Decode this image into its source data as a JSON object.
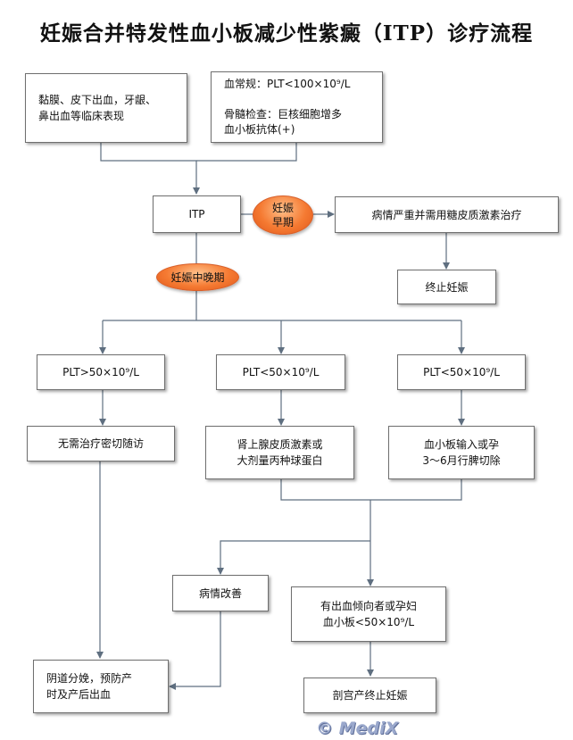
{
  "title": "妊娠合并特发性血小板减少性紫癜（ITP）诊疗流程",
  "nodes": {
    "symptoms": "黏膜、皮下出血，牙龈、\n鼻出血等临床表现",
    "labs": "血常规：PLT<100×10⁹/L\n\n骨髓检查：巨核细胞增多\n血小板抗体(+)",
    "itp": "ITP",
    "early_label": "妊娠\n早期",
    "steroid_early": "病情严重并需用糖皮质激素治疗",
    "terminate": "终止妊娠",
    "mid_late_label": "妊娠中晚期",
    "plt_high": "PLT>50×10⁹/L",
    "plt_low_1": "PLT<50×10⁹/L",
    "plt_low_2": "PLT<50×10⁹/L",
    "follow_up": "无需治疗密切随访",
    "steroid_ivig": "肾上腺皮质激素或\n大剂量丙种球蛋白",
    "platelet_transfusion": "血小板输入或孕\n3～6月行脾切除",
    "improved": "病情改善",
    "bleeding_risk": "有出血倾向者或孕妇\n血小板<50×10⁹/L",
    "vaginal_delivery": "阴道分娩，预防产\n时及产后出血",
    "cesarean": "剖宫产终止妊娠"
  },
  "watermark": "© MediX",
  "colors": {
    "line": "#5f6f80",
    "oval": "#f57a32"
  }
}
